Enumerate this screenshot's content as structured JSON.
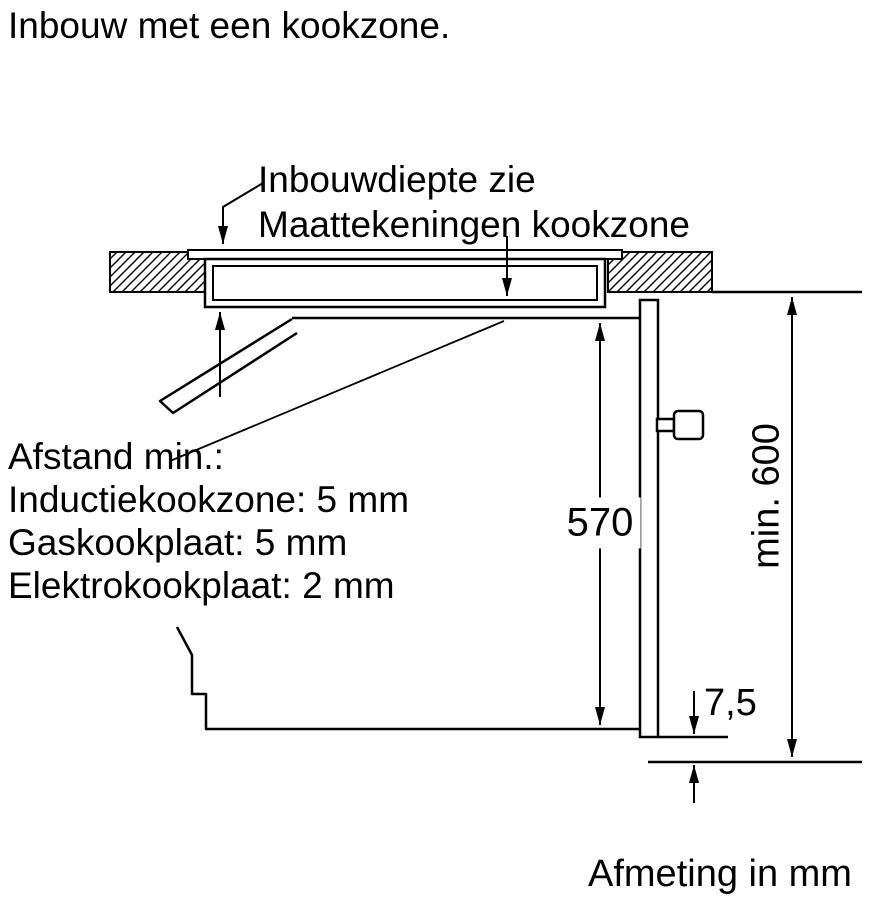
{
  "title": "Inbouw met een kookzone.",
  "callout": {
    "line1": "Inbouwdiepte zie",
    "line2": "Maattekeningen kookzone"
  },
  "clearances": {
    "heading": "Afstand min.:",
    "induction": "Inductiekookzone: 5 mm",
    "gas": "Gaskookplaat: 5 mm",
    "electric": "Elektrokookplaat: 2 mm"
  },
  "dimensions": {
    "oven_height": "570",
    "niche_height": "min. 600",
    "bottom_gap": "7,5"
  },
  "footer": "Afmeting in mm",
  "colors": {
    "ink": "#000000",
    "paper": "#ffffff"
  }
}
